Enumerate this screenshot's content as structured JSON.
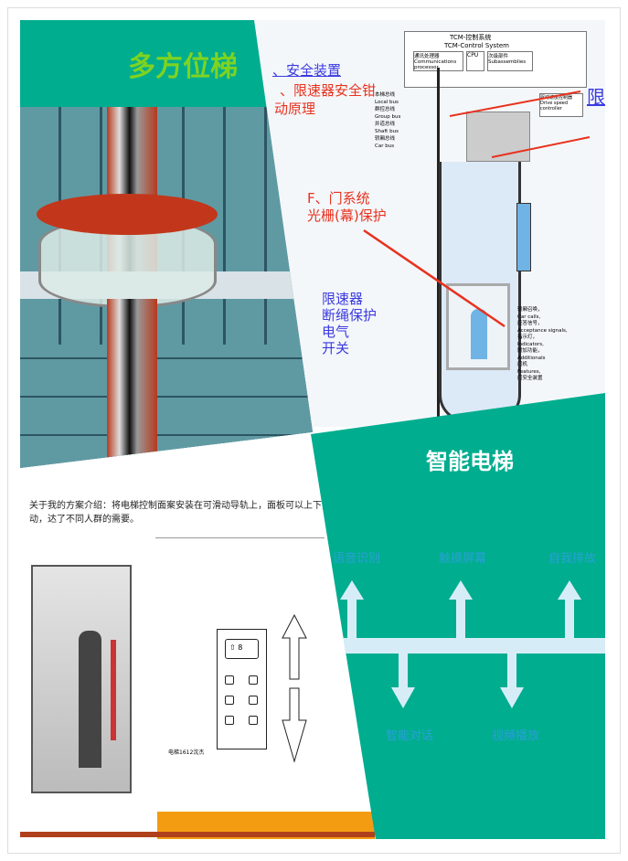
{
  "panel_top_left": {
    "title": "多方位梯"
  },
  "panel_top_right": {
    "system_title_cn": "TCM-控制系统",
    "system_title_en": "TCM-Control System",
    "boxes": [
      "通讯处理器 Communications processor",
      "CPU",
      "次级部件 Subassemblies"
    ],
    "drive": "驱动速度控制器 Drive speed controller",
    "buses": [
      "本梯总线 Local bus",
      "群控总线 Group bus",
      "井道总线 Shaft bus",
      "轿厢总线 Car bus"
    ],
    "notes_blue": "、安全装置",
    "notes_red": [
      "、限速器安全钳",
      "动原理"
    ],
    "door_note": [
      "F、门系统",
      "光栅(幕)保护"
    ],
    "governor_note": [
      "限速器",
      "断绳保护",
      "电气",
      "开关"
    ],
    "right_label": "限",
    "car_list": [
      "轿厢召唤，",
      "Car calls,",
      "应答信号，",
      "Acceptance signals,",
      "指示灯，",
      "Indicators,",
      "附加功能，",
      "Additionals",
      "门机",
      "Features,",
      "门安全装置"
    ]
  },
  "panel_bottom_left": {
    "intro": "关于我的方案介绍：将电梯控制面案安装在可滑动导轨上，面板可以上下滑动，达了不同人群的需要。",
    "caption": "电梯1612沈杰",
    "display_floor": "8"
  },
  "panel_bottom_right": {
    "title": "智能电梯",
    "up_features": [
      "语音识别",
      "触摸屏幕",
      "自我排故"
    ],
    "down_features": [
      "智能对话",
      "视频播放"
    ]
  },
  "colors": {
    "teal": "#00ad8f",
    "arrow": "#d6edf8",
    "label": "#29a0d8"
  }
}
